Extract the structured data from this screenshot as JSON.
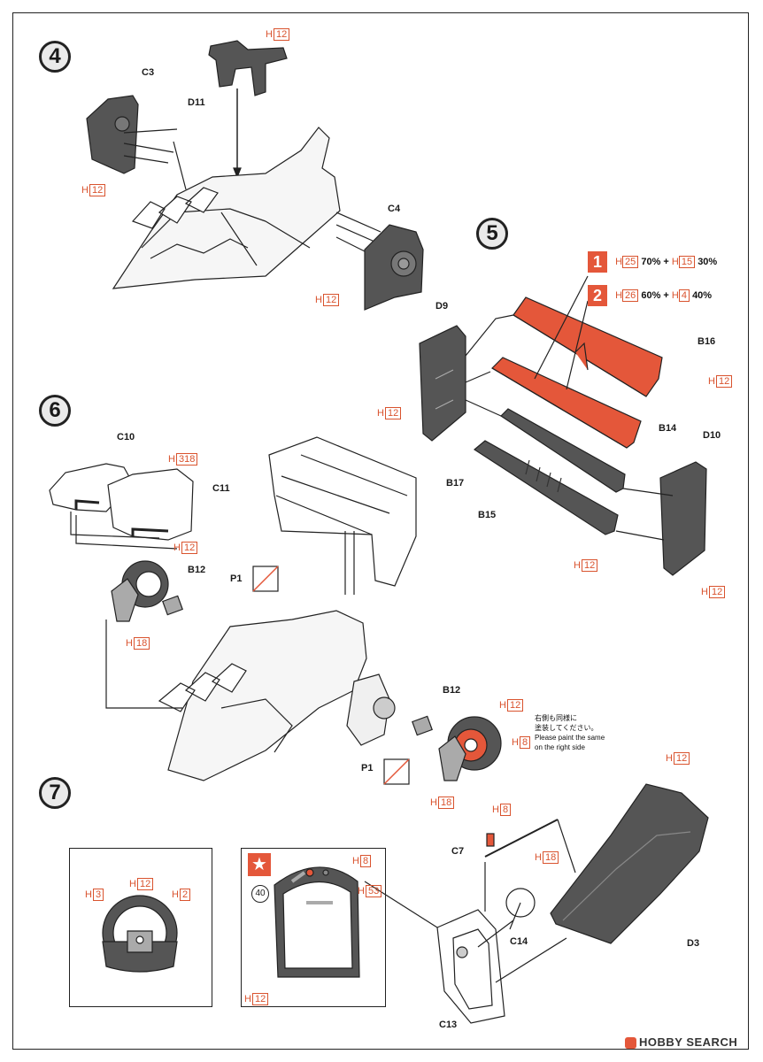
{
  "steps": {
    "s4": "4",
    "s5": "5",
    "s6": "6",
    "s7": "7"
  },
  "parts": {
    "d11": "D11",
    "c3": "C3",
    "c4": "C4",
    "d9": "D9",
    "b16": "B16",
    "b14": "B14",
    "d10": "D10",
    "b17": "B17",
    "b15": "B15",
    "c10": "C10",
    "c11": "C11",
    "b12a": "B12",
    "p1a": "P1",
    "b12b": "B12",
    "p1b": "P1",
    "c7": "C7",
    "c14": "C14",
    "d3": "D3",
    "c13": "C13"
  },
  "paint": {
    "prefix": "H",
    "c12": "12",
    "c18": "18",
    "c8": "8",
    "c3": "3",
    "c2": "2",
    "c53": "53",
    "c318": "318",
    "c25": "25",
    "c15": "15",
    "c26": "26",
    "c4": "4"
  },
  "mixes": {
    "m1_num": "1",
    "m1_a_pct": "70%",
    "m1_plus": "+",
    "m1_b_pct": "30%",
    "m2_num": "2",
    "m2_a_pct": "60%",
    "m2_b_pct": "40%"
  },
  "note": {
    "jp1": "右側も同様に",
    "jp2": "塗装してください。",
    "en1": "Please paint the same",
    "en2": "on the right side"
  },
  "inset": {
    "star": "★",
    "num": "40"
  },
  "watermark": "HOBBY SEARCH",
  "colors": {
    "accent": "#e4573a",
    "paint_code": "#d9532e",
    "part_gray": "#555555"
  }
}
